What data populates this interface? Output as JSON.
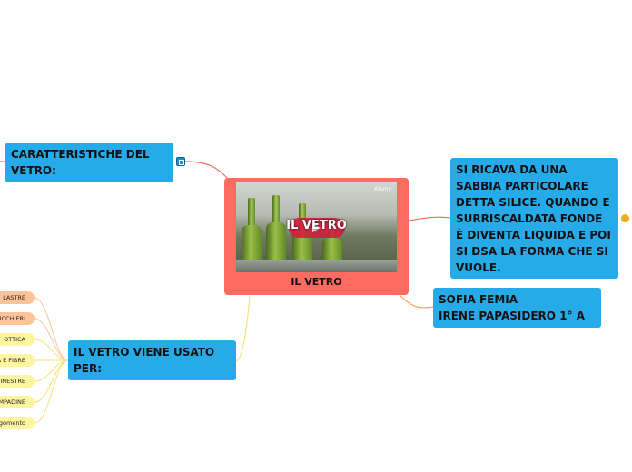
{
  "central": {
    "title": "IL VETRO",
    "video_overlay": "IL VETRO",
    "video_watermark": "Alamy"
  },
  "nodes": {
    "caratteristiche": "CARATTERISTICHE DEL VETRO:",
    "ricava": "SI RICAVA DA UNA SABBIA PARTICOLARE DETTA SILICE. QUANDO E SURRISCALDATA FONDE È DIVENTA LIQUIDA E POI SI DSA LA FORMA CHE SI VUOLE.",
    "authors_line1": "SOFIA FEMIA",
    "authors_line2": "IRENE PAPASIDERO  1° A",
    "usato": "IL VETRO VIENE USATO PER:"
  },
  "uses": [
    {
      "label": "LASTRE",
      "color": "orange"
    },
    {
      "label": "BICCHIERI",
      "color": "orange"
    },
    {
      "label": "OTTICA",
      "color": "yellow"
    },
    {
      "label": "LANA E FIBRE",
      "color": "yellow"
    },
    {
      "label": "FINESTRE",
      "color": "yellow"
    },
    {
      "label": "LAMPADINE",
      "color": "yellow"
    },
    {
      "label": "Argomento",
      "color": "yellow"
    }
  ],
  "icons": {
    "note": "note-icon",
    "hand": "hand-icon",
    "play": "play-icon"
  },
  "colors": {
    "node": "#27aae8",
    "central": "#ff6b61",
    "pill_orange": "#ffc39a",
    "pill_yellow": "#fff5a0",
    "link_red": "#ee6b60",
    "link_orange": "#f6a24a",
    "link_yellow": "#f3e27c"
  }
}
